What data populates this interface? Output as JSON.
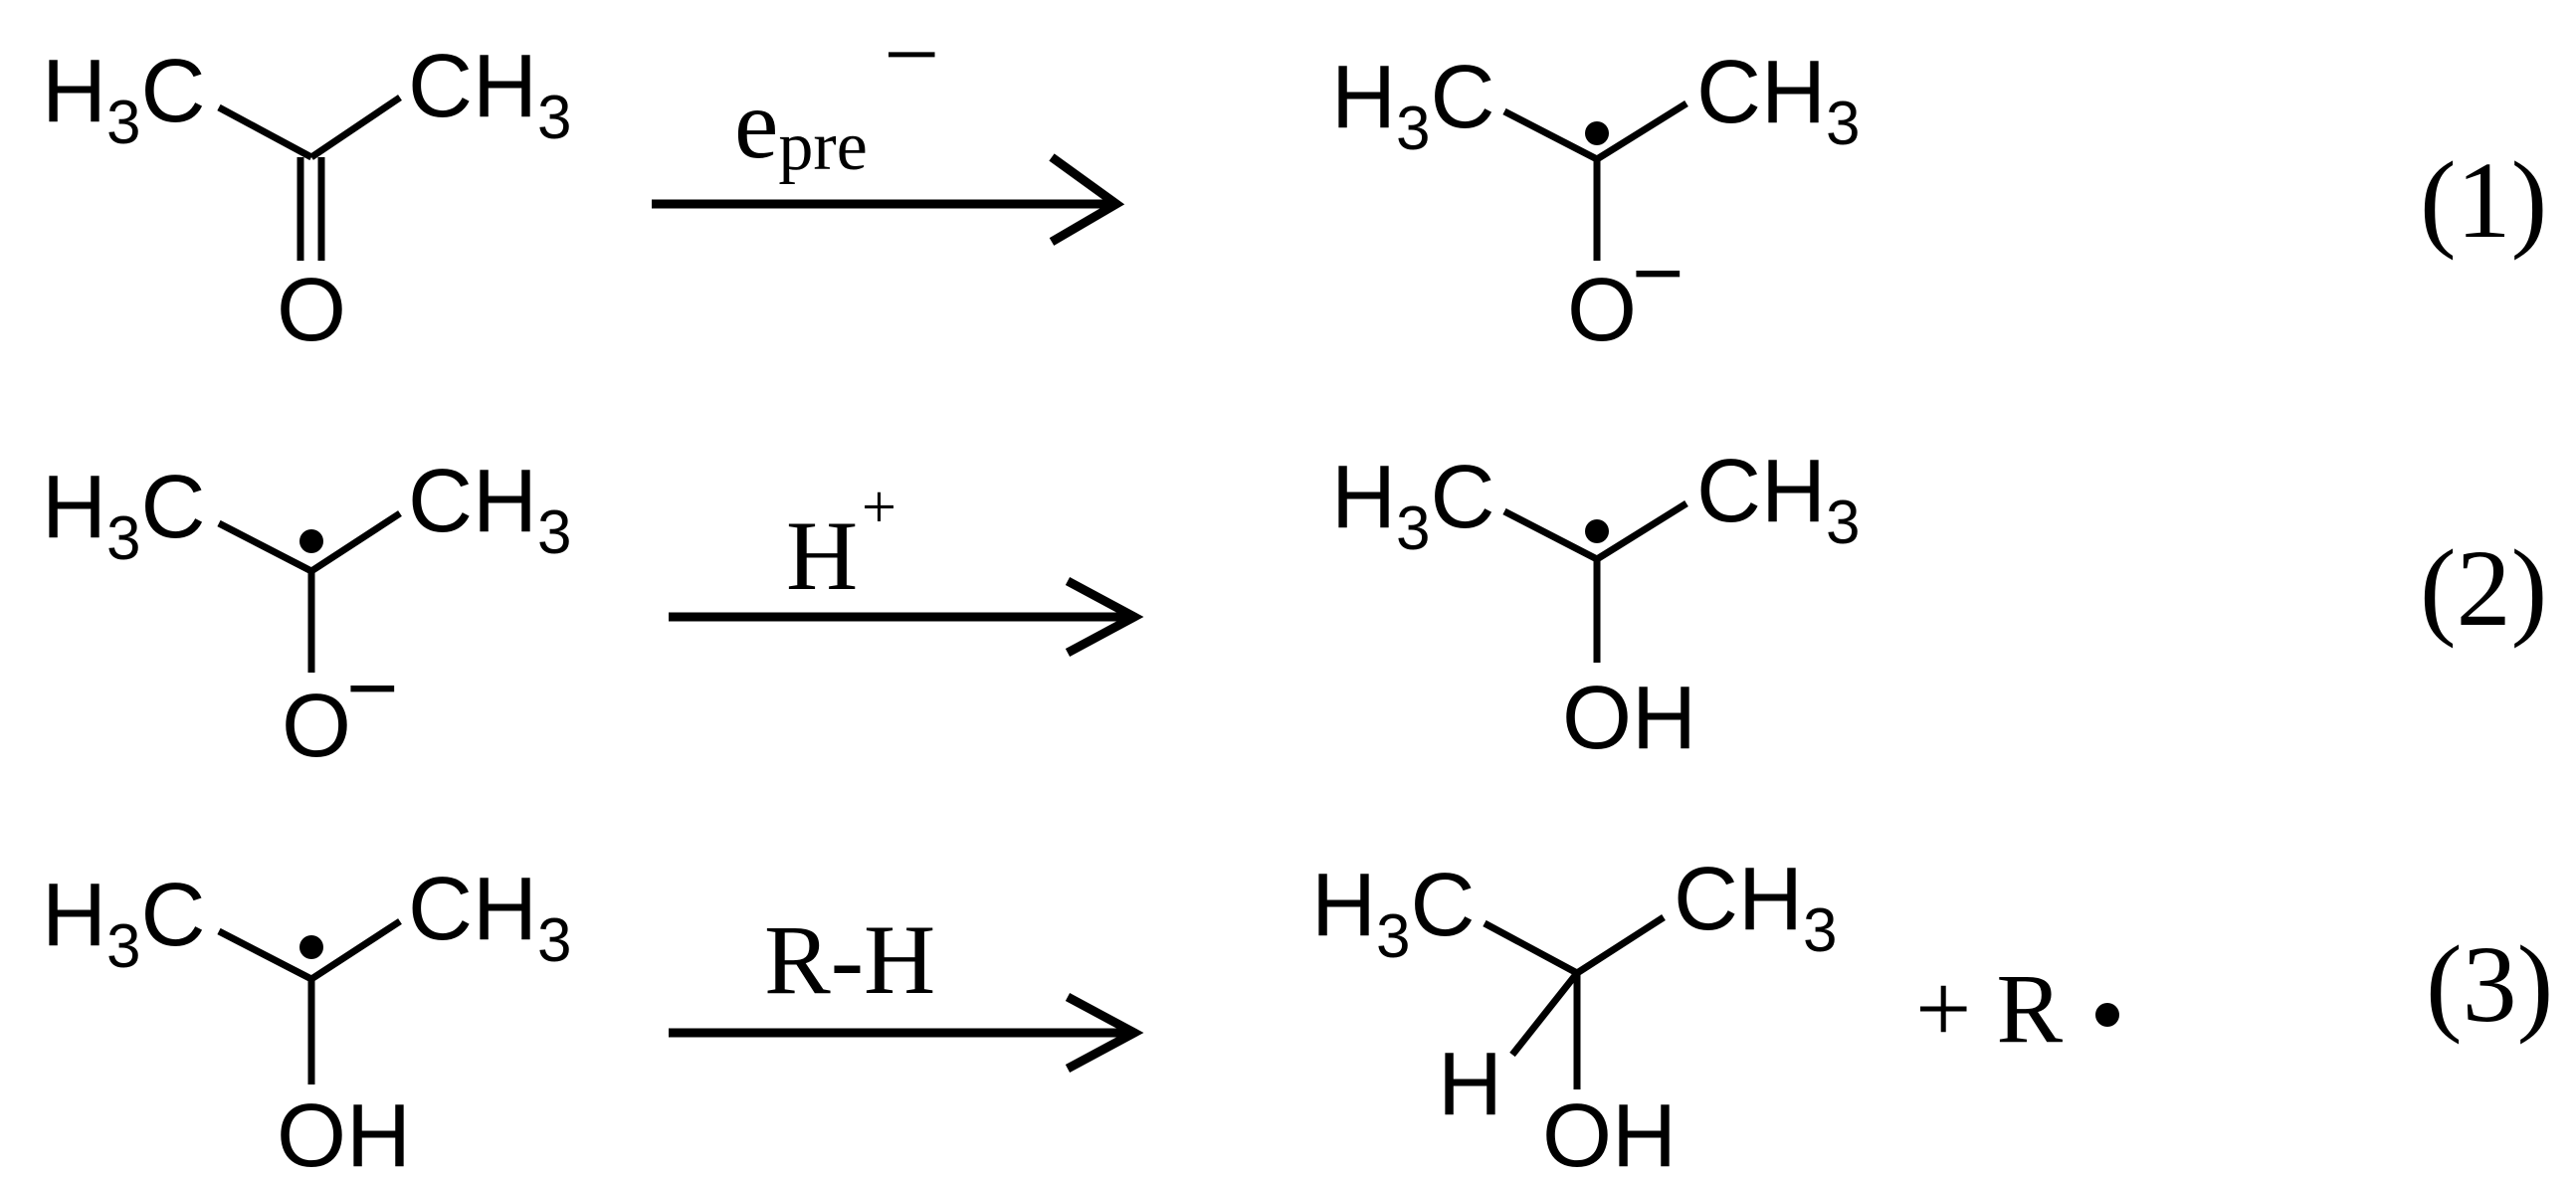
{
  "reactions": [
    {
      "number": "(1)",
      "reagent": {
        "main": "e",
        "sub": "pre",
        "sup": "−"
      },
      "reactant": {
        "left": {
          "main": "H",
          "sub": "3",
          "tail": "C"
        },
        "right": {
          "main": "CH",
          "sub": "3"
        },
        "bottom": "O"
      },
      "product": {
        "left": {
          "main": "H",
          "sub": "3",
          "tail": "C"
        },
        "right": {
          "main": "CH",
          "sub": "3"
        },
        "bottom": "O",
        "bottom_charge": "−"
      }
    },
    {
      "number": "(2)",
      "reagent": {
        "main": "H",
        "sup": "+"
      },
      "reactant": {
        "left": {
          "main": "H",
          "sub": "3",
          "tail": "C"
        },
        "right": {
          "main": "CH",
          "sub": "3"
        },
        "bottom": "O",
        "bottom_charge": "−"
      },
      "product": {
        "left": {
          "main": "H",
          "sub": "3",
          "tail": "C"
        },
        "right": {
          "main": "CH",
          "sub": "3"
        },
        "bottom": "OH"
      }
    },
    {
      "number": "(3)",
      "reagent": {
        "main": "R-H"
      },
      "reactant": {
        "left": {
          "main": "H",
          "sub": "3",
          "tail": "C"
        },
        "right": {
          "main": "CH",
          "sub": "3"
        },
        "bottom": "OH"
      },
      "product": {
        "left": {
          "main": "H",
          "sub": "3",
          "tail": "C"
        },
        "right": {
          "main": "CH",
          "sub": "3"
        },
        "h_label": "H",
        "bottom": "OH"
      },
      "byproduct": "+ R"
    }
  ]
}
